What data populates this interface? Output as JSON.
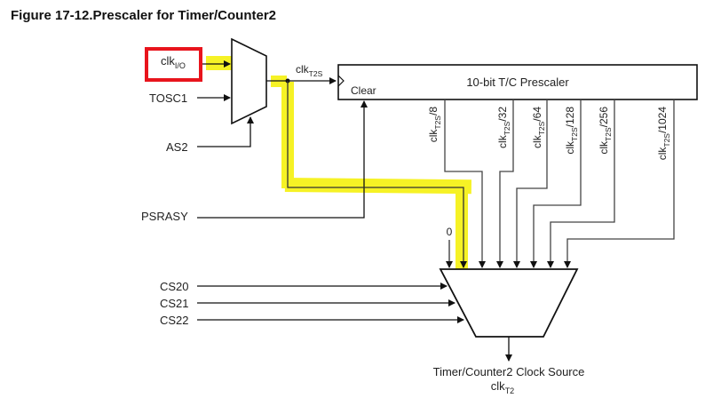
{
  "figure": {
    "title": "Figure 17-12.Prescaler for Timer/Counter2"
  },
  "inputs": {
    "clk_io": {
      "base": "clk",
      "sub": "I/O"
    },
    "tosc1": "TOSC1",
    "as2": "AS2",
    "psrasy": "PSRASY",
    "cs20": "CS20",
    "cs21": "CS21",
    "cs22": "CS22"
  },
  "signals": {
    "clk_t2s": {
      "base": "clk",
      "sub": "T2S"
    },
    "zero_input": "0"
  },
  "prescaler": {
    "label": "10-bit T/C Prescaler",
    "clear_label": "Clear",
    "outputs": [
      {
        "base": "clk",
        "sub": "T2S",
        "suffix": "/8"
      },
      {
        "base": "clk",
        "sub": "T2S",
        "suffix": "/32"
      },
      {
        "base": "clk",
        "sub": "T2S",
        "suffix": "/64"
      },
      {
        "base": "clk",
        "sub": "T2S",
        "suffix": "/128"
      },
      {
        "base": "clk",
        "sub": "T2S",
        "suffix": "/256"
      },
      {
        "base": "clk",
        "sub": "T2S",
        "suffix": "/1024"
      }
    ]
  },
  "output": {
    "label": "Timer/Counter2 Clock Source",
    "signal": {
      "base": "clk",
      "sub": "T2"
    }
  },
  "annotations": {
    "highlight_color": "#f5f000",
    "box_color": "#e8141c"
  }
}
